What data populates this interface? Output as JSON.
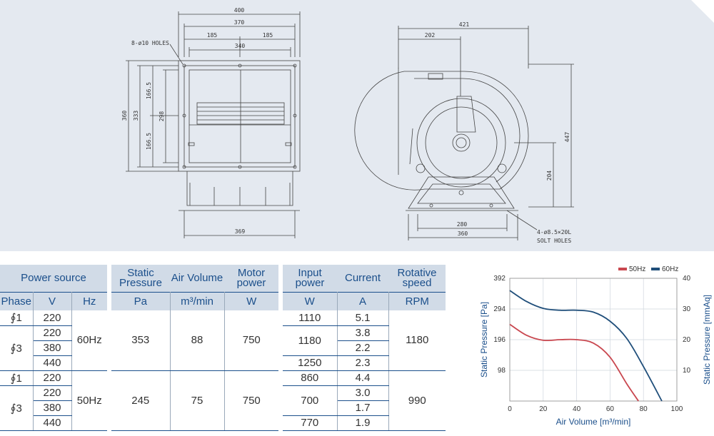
{
  "drawing": {
    "colors": {
      "panel": "#e4e9f0",
      "line": "#444444"
    },
    "front": {
      "dim_400": "400",
      "dim_370": "370",
      "dim_185_left": "185",
      "dim_185_right": "185",
      "dim_340": "340",
      "holes_note": "8-ø10 HOLES",
      "dim_360": "360",
      "dim_333": "333",
      "dim_166_top": "166.5",
      "dim_166_bottom": "166.5",
      "dim_298": "298",
      "dim_369": "369"
    },
    "side": {
      "dim_421": "421",
      "dim_202": "202",
      "dim_447": "447",
      "dim_204": "204",
      "dim_280": "280",
      "dim_360": "360",
      "holes_note_1": "4-ø8.5×20L",
      "holes_note_2": "SOLT HOLES"
    }
  },
  "table": {
    "headers": {
      "power_source": "Power source",
      "static_pressure": "Static Pressure",
      "air_volume": "Air Volume",
      "motor_power": "Motor power",
      "input_power": "Input power",
      "current": "Current",
      "rotative_speed": "Rotative speed"
    },
    "subheaders": {
      "phase": "Phase",
      "v": "V",
      "hz": "Hz",
      "pa": "Pa",
      "m3min": "m³/min",
      "w_motor": "W",
      "w_input": "W",
      "a": "A",
      "rpm": "RPM"
    },
    "groups": [
      {
        "hz": "60Hz",
        "pa": "353",
        "air": "88",
        "motor": "750",
        "rpm": "1180",
        "phase1": "∮1",
        "phase3": "∮3",
        "rows": [
          {
            "v": "220",
            "input": "1110",
            "current": "5.1"
          },
          {
            "v": "220",
            "input": "1180",
            "current": "3.8"
          },
          {
            "v": "380",
            "current": "2.2"
          },
          {
            "v": "440",
            "input": "1250",
            "current": "2.3"
          }
        ]
      },
      {
        "hz": "50Hz",
        "pa": "245",
        "air": "75",
        "motor": "750",
        "rpm": "990",
        "phase1": "∮1",
        "phase3": "∮3",
        "rows": [
          {
            "v": "220",
            "input": "860",
            "current": "4.4"
          },
          {
            "v": "220",
            "input": "700",
            "current": "3.0"
          },
          {
            "v": "380",
            "current": "1.7"
          },
          {
            "v": "440",
            "input": "770",
            "current": "1.9"
          }
        ]
      }
    ]
  },
  "chart_data": {
    "type": "line",
    "xlabel": "Air Volume [m³/min]",
    "ylabel": "Static Pressure [Pa]",
    "y2label": "Static Pressure [mmAq]",
    "xlim": [
      0,
      100
    ],
    "xticks": [
      0,
      20,
      40,
      60,
      80,
      100
    ],
    "ylim": [
      0,
      392
    ],
    "yticks": [
      98,
      196,
      294,
      392
    ],
    "y2lim": [
      0,
      40
    ],
    "y2ticks": [
      10,
      20,
      30,
      40
    ],
    "grid": true,
    "legend": "top-right",
    "series": [
      {
        "name": "50Hz",
        "color": "#c9474f",
        "x": [
          0,
          10,
          20,
          30,
          40,
          50,
          60,
          70,
          77
        ],
        "y": [
          245,
          210,
          194,
          196,
          196,
          185,
          140,
          55,
          0
        ]
      },
      {
        "name": "60Hz",
        "color": "#1f4e7a",
        "x": [
          0,
          10,
          20,
          30,
          40,
          50,
          60,
          70,
          80,
          91
        ],
        "y": [
          353,
          318,
          296,
          290,
          290,
          284,
          255,
          200,
          110,
          0
        ]
      }
    ]
  }
}
